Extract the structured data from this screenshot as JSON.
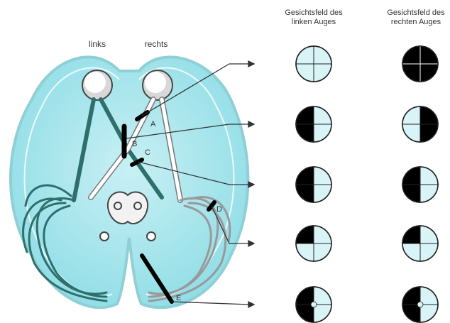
{
  "labels": {
    "left": "links",
    "right": "rechts",
    "A": "A",
    "B": "B",
    "C": "C",
    "D": "D",
    "E": "E"
  },
  "columns": {
    "left_eye": "Gesichtsfeld des linken Auges",
    "right_eye": "Gesichtsfeld des rechten Auges"
  },
  "visual_fields": [
    {
      "lesion": "A",
      "left_eye": "intact",
      "right_eye": "fully blind"
    },
    {
      "lesion": "B",
      "left_eye": "temporal (left) half blind",
      "right_eye": "temporal (right) half blind"
    },
    {
      "lesion": "C",
      "left_eye": "left half blind",
      "right_eye": "left half blind"
    },
    {
      "lesion": "D",
      "left_eye": "upper-left quadrant blind",
      "right_eye": "upper-left quadrant blind"
    },
    {
      "lesion": "E",
      "left_eye": "left half blind, macula spared",
      "right_eye": "left half blind, macula spared"
    }
  ],
  "colors": {
    "brain_fill": "#c8f0f4",
    "brain_dark": "#8fdde6",
    "left_pathway": "#2e6f6c",
    "blind": "#000000",
    "seeing": "#d9f4f6"
  }
}
